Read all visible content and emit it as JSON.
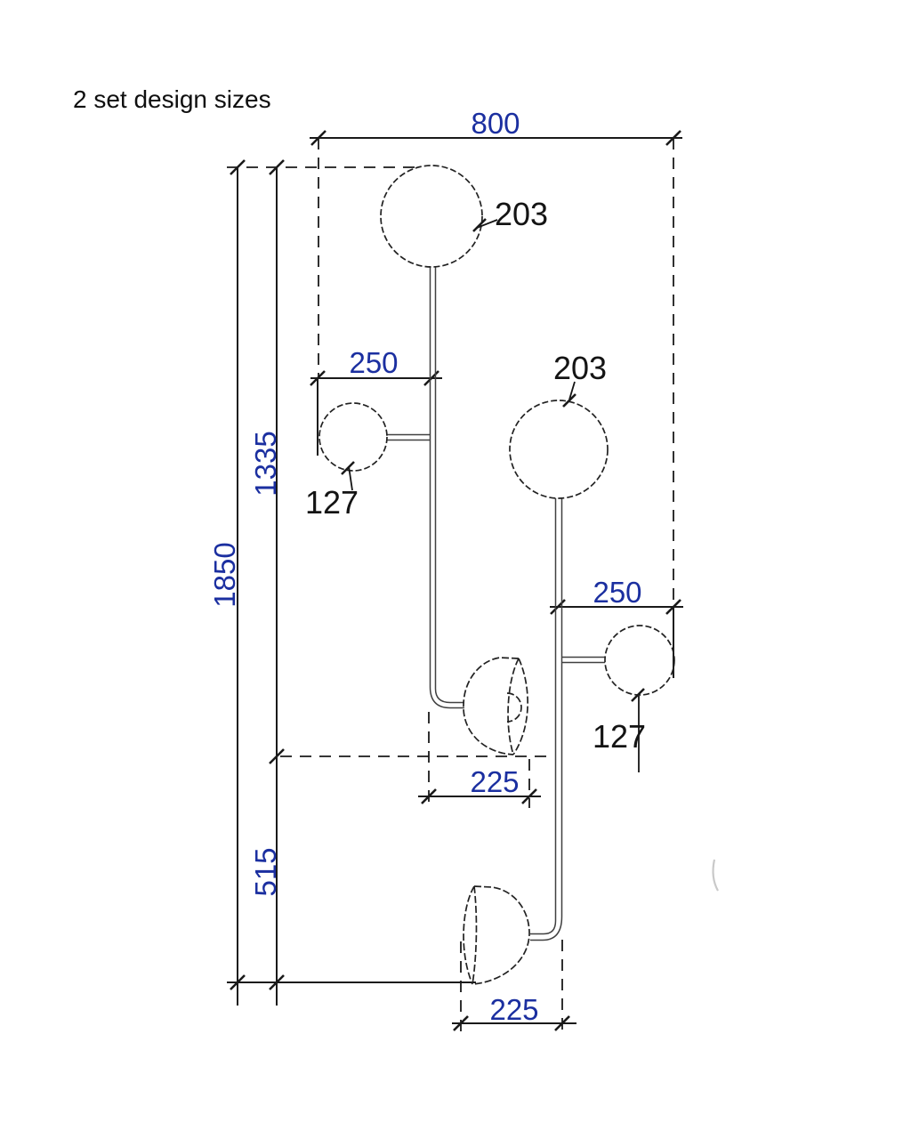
{
  "title": "2 set design sizes",
  "dims": {
    "width_overall": "800",
    "height_overall": "1850",
    "height_upper": "1335",
    "height_lower": "515",
    "offset_left_arm": "250",
    "offset_right_arm": "250",
    "shade_mid_width": "225",
    "shade_bottom_width": "225"
  },
  "labels": {
    "globe_top_diameter": "203",
    "globe_right_diameter": "203",
    "globe_small_left_diameter": "127",
    "globe_small_right_diameter": "127"
  },
  "colors": {
    "dimension_text": "#1b2fa0",
    "label_text": "#141414",
    "line": "#1a1a1a",
    "pole": "#404040",
    "background": "#ffffff"
  }
}
